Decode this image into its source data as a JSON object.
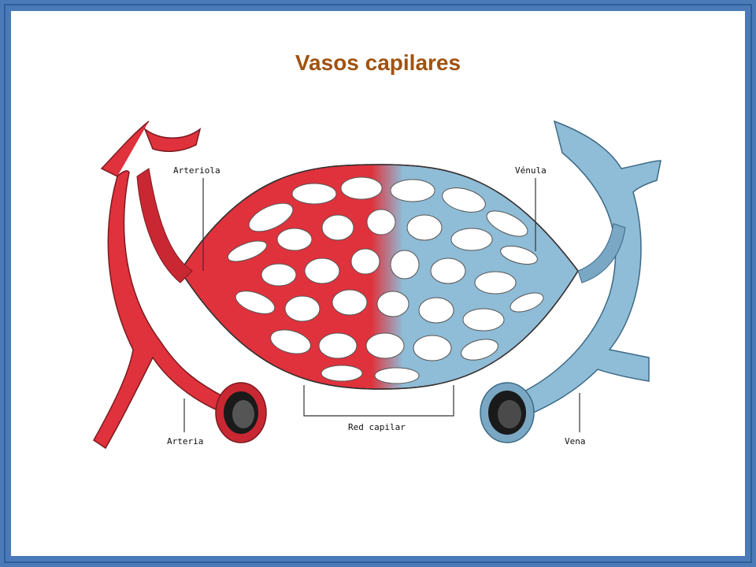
{
  "slide": {
    "title": "Vasos capilares",
    "title_color": "#a0520f",
    "background_color": "#ffffff",
    "frame_color": "#4a7ab8"
  },
  "diagram": {
    "labels": {
      "arteriola": "Arteriola",
      "venula": "Vénula",
      "arteria": "Arteria",
      "vena": "Vena",
      "red_capilar": "Red capilar"
    },
    "colors": {
      "arterial": "#e0323c",
      "arterial_dark": "#a81f28",
      "venous": "#8fbcd6",
      "venous_dark": "#4d7d9a",
      "lumen": "#1a1a1a"
    }
  }
}
